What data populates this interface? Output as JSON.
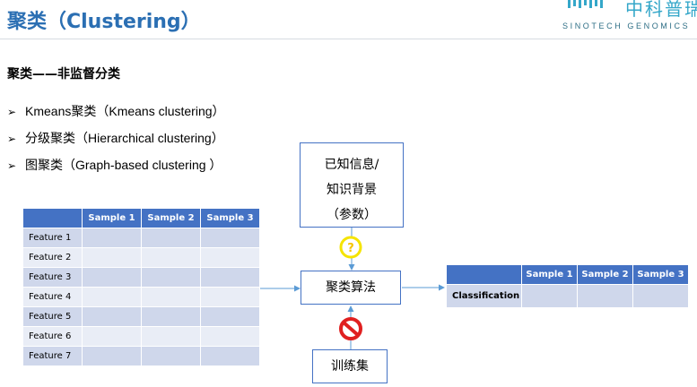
{
  "header": {
    "title": "聚类（Clustering）",
    "logo_cn": "中科普瑞",
    "logo_en": "SINOTECH GENOMICS"
  },
  "subtitle": "聚类——非监督分类",
  "bullets": [
    "Kmeans聚类（Kmeans clustering）",
    "分级聚类（Hierarchical clustering）",
    "图聚类（Graph-based clustering ）"
  ],
  "bullet_marker": "➢",
  "feature_table": {
    "columns": [
      "Sample 1",
      "Sample 2",
      "Sample 3"
    ],
    "rows": [
      "Feature 1",
      "Feature 2",
      "Feature 3",
      "Feature 4",
      "Feature 5",
      "Feature 6",
      "Feature 7"
    ]
  },
  "knowledge_box": {
    "line1": "已知信息/",
    "line2": "知识背景",
    "line3": "（参数）"
  },
  "algorithm_box": "聚类算法",
  "training_box": "训练集",
  "result_table": {
    "columns": [
      "Sample 1",
      "Sample 2",
      "Sample 3"
    ],
    "row": "Classification"
  },
  "icons": {
    "question": "question-circle-icon",
    "prohibited": "prohibited-icon"
  },
  "colors": {
    "title": "#2b6fb3",
    "table_header": "#4472c4",
    "table_row_dark": "#cfd7eb",
    "table_row_light": "#e9edf6",
    "question_icon": "#f5e400",
    "prohibited_icon": "#e02020",
    "arrow": "#5b9bd5"
  }
}
